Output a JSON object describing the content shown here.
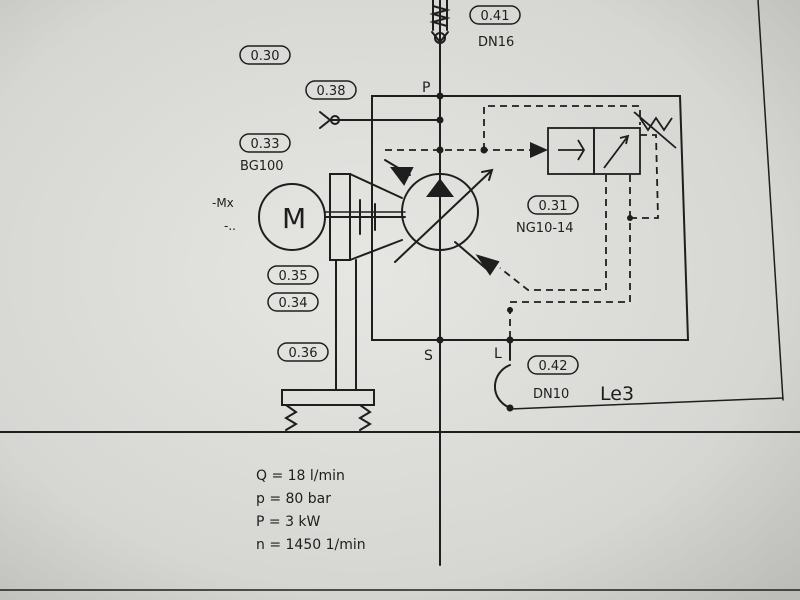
{
  "diagram": {
    "tags": {
      "t030": "0.30",
      "t038": "0.38",
      "t041": "0.41",
      "t033": "0.33",
      "t031": "0.31",
      "t035": "0.35",
      "t034": "0.34",
      "t036": "0.36",
      "t042": "0.42"
    },
    "labels": {
      "dn16": "DN16",
      "bg100": "BG100",
      "ng1014": "NG10-14",
      "dn10": "DN10",
      "le3": "Le3",
      "port_p": "P",
      "port_s": "S",
      "port_l": "L",
      "motor_m": "M",
      "mx": "-Mx",
      "mx_dots": "-.."
    },
    "specs": [
      "Q = 18 l/min",
      "p = 80 bar",
      "P = 3 kW",
      "n = 1450 1/min"
    ]
  }
}
